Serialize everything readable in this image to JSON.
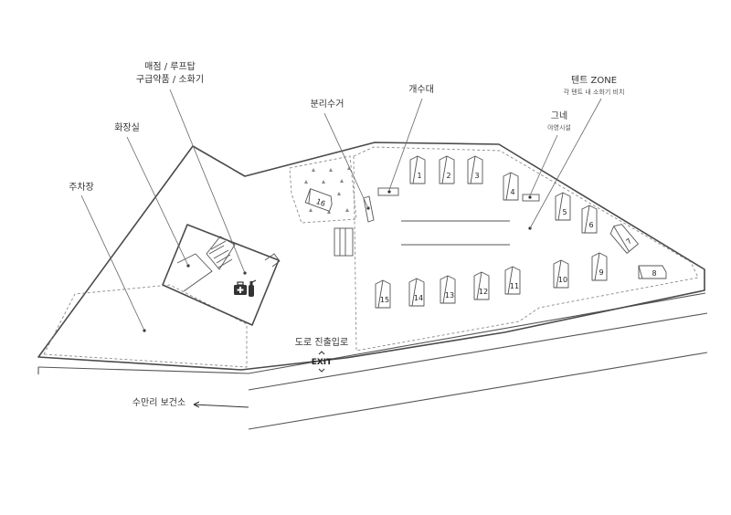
{
  "labels": {
    "store_line1": "매점 / 루프탑",
    "store_line2": "구급약품 / 소화기",
    "restroom": "화장실",
    "parking": "주차장",
    "recycling": "분리수거",
    "sink": "개수대",
    "tent_zone": "텐트 ZONE",
    "tent_zone_sub": "각 텐트 내 소화기 비치",
    "swing": "그네",
    "swing_sub": "야영시설",
    "entrance": "도로 진출입로",
    "exit_sign": "EXIT",
    "health_center": "수만리 보건소"
  },
  "tents": [
    "1",
    "2",
    "3",
    "4",
    "5",
    "6",
    "7",
    "8",
    "9",
    "10",
    "11",
    "12",
    "13",
    "14",
    "15",
    "16"
  ],
  "icons": {
    "first_aid": "first-aid-kit-icon",
    "extinguisher": "fire-extinguisher-icon",
    "arrow": "arrow-left-icon"
  },
  "colors": {
    "line": "#4a4a4a",
    "dashed": "#8a8a8a",
    "text": "#333333"
  }
}
